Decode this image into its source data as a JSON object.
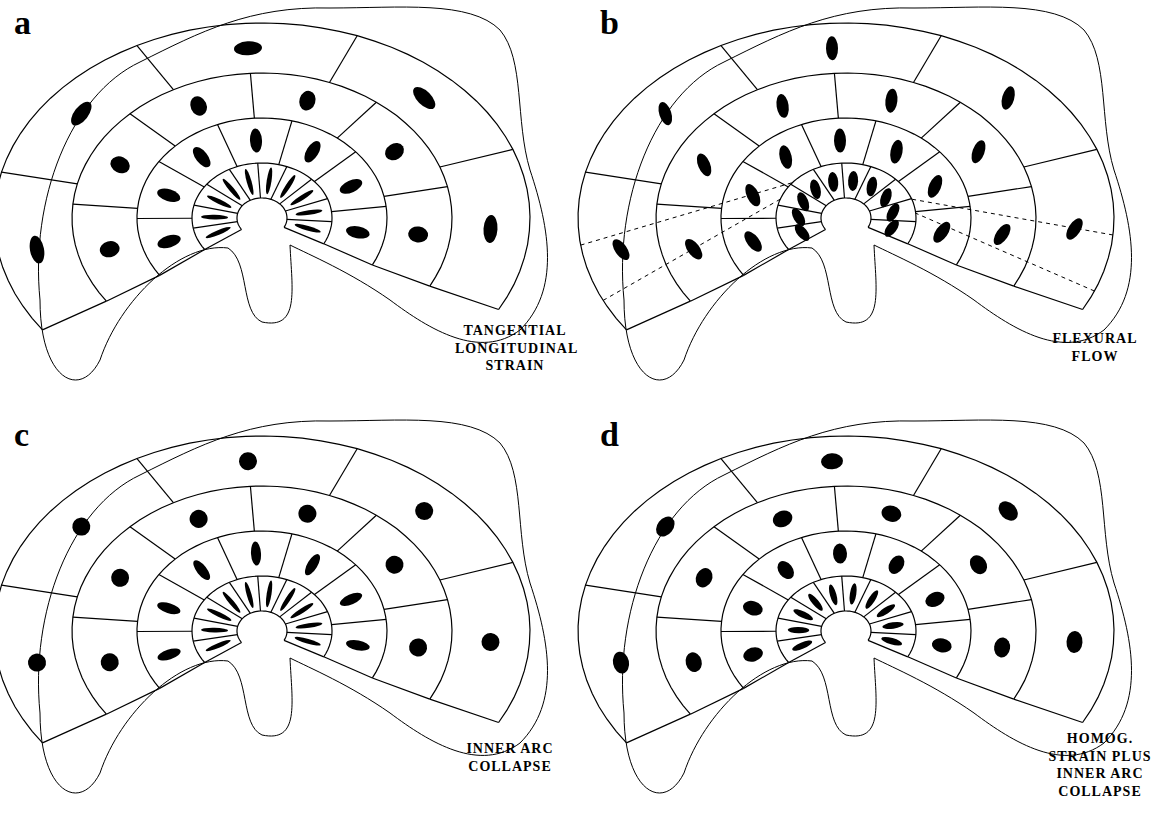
{
  "diagram": {
    "labels": [
      "a",
      "TANGENTIAL LONGITUDINAL STRAIN",
      "b",
      "FLEXURAL FLOW",
      "c",
      "INNER ARC COLLAPSE",
      "d",
      "HOMOG. STRAIN PLUS INNER ARC COLLAPSE"
    ]
  }
}
